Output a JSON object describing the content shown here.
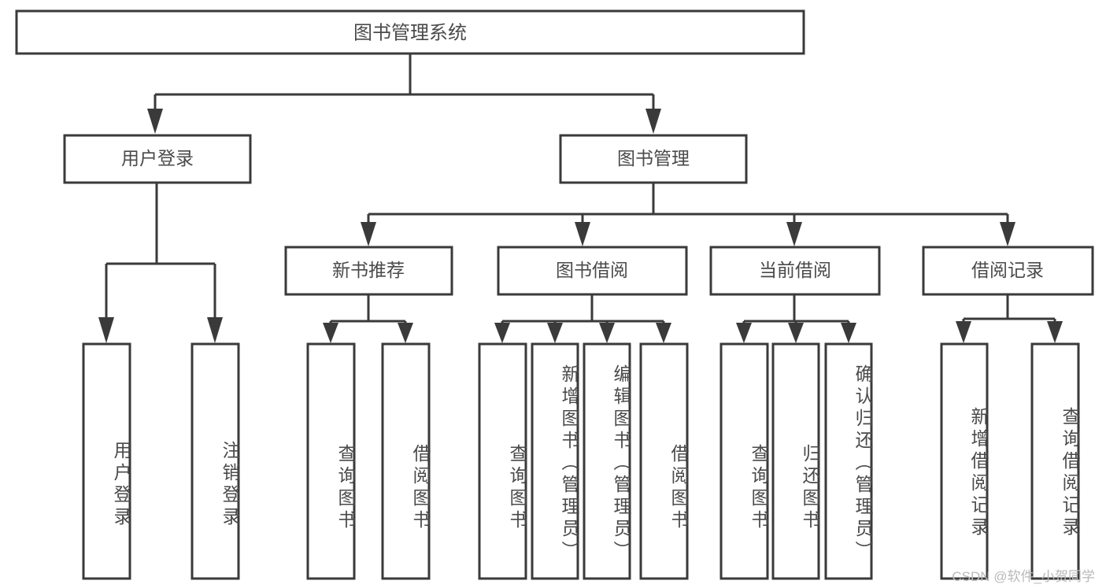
{
  "diagram": {
    "title": "图书管理系统",
    "type": "tree",
    "root": {
      "id": "root",
      "label": "图书管理系统"
    },
    "level1": [
      {
        "id": "user-login",
        "label": "用户登录"
      },
      {
        "id": "book-manage",
        "label": "图书管理"
      }
    ],
    "level2": [
      {
        "id": "new-book-recommend",
        "label": "新书推荐",
        "parent": "book-manage"
      },
      {
        "id": "book-borrow",
        "label": "图书借阅",
        "parent": "book-manage"
      },
      {
        "id": "current-borrow",
        "label": "当前借阅",
        "parent": "book-manage"
      },
      {
        "id": "borrow-record",
        "label": "借阅记录",
        "parent": "book-manage"
      }
    ],
    "leaves": [
      {
        "id": "leaf-user-login",
        "label": "用户登录",
        "parent": "user-login"
      },
      {
        "id": "leaf-user-logout",
        "label": "注销登录",
        "parent": "user-login"
      },
      {
        "id": "leaf-query-book-1",
        "label": "查询图书",
        "parent": "new-book-recommend"
      },
      {
        "id": "leaf-borrow-book-1",
        "label": "借阅图书",
        "parent": "new-book-recommend"
      },
      {
        "id": "leaf-query-book-2",
        "label": "查询图书",
        "parent": "book-borrow"
      },
      {
        "id": "leaf-add-book",
        "label": "新增图书（管理员）",
        "parent": "book-borrow"
      },
      {
        "id": "leaf-edit-book",
        "label": "编辑图书（管理员）",
        "parent": "book-borrow"
      },
      {
        "id": "leaf-borrow-book-2",
        "label": "借阅图书",
        "parent": "book-borrow"
      },
      {
        "id": "leaf-query-book-3",
        "label": "查询图书",
        "parent": "current-borrow"
      },
      {
        "id": "leaf-return-book",
        "label": "归还图书",
        "parent": "current-borrow"
      },
      {
        "id": "leaf-confirm-return",
        "label": "确认归还（管理员）",
        "parent": "current-borrow"
      },
      {
        "id": "leaf-add-record",
        "label": "新增借阅记录",
        "parent": "borrow-record"
      },
      {
        "id": "leaf-query-record",
        "label": "查询借阅记录",
        "parent": "borrow-record"
      }
    ],
    "colors": {
      "stroke": "#3a3a3a",
      "box_fill": "#ffffff",
      "text": "#4a4a4a",
      "background": "#ffffff",
      "watermark": "#b9b9b9"
    }
  },
  "watermark": {
    "text": "CSDN @软件_小贺同学"
  }
}
